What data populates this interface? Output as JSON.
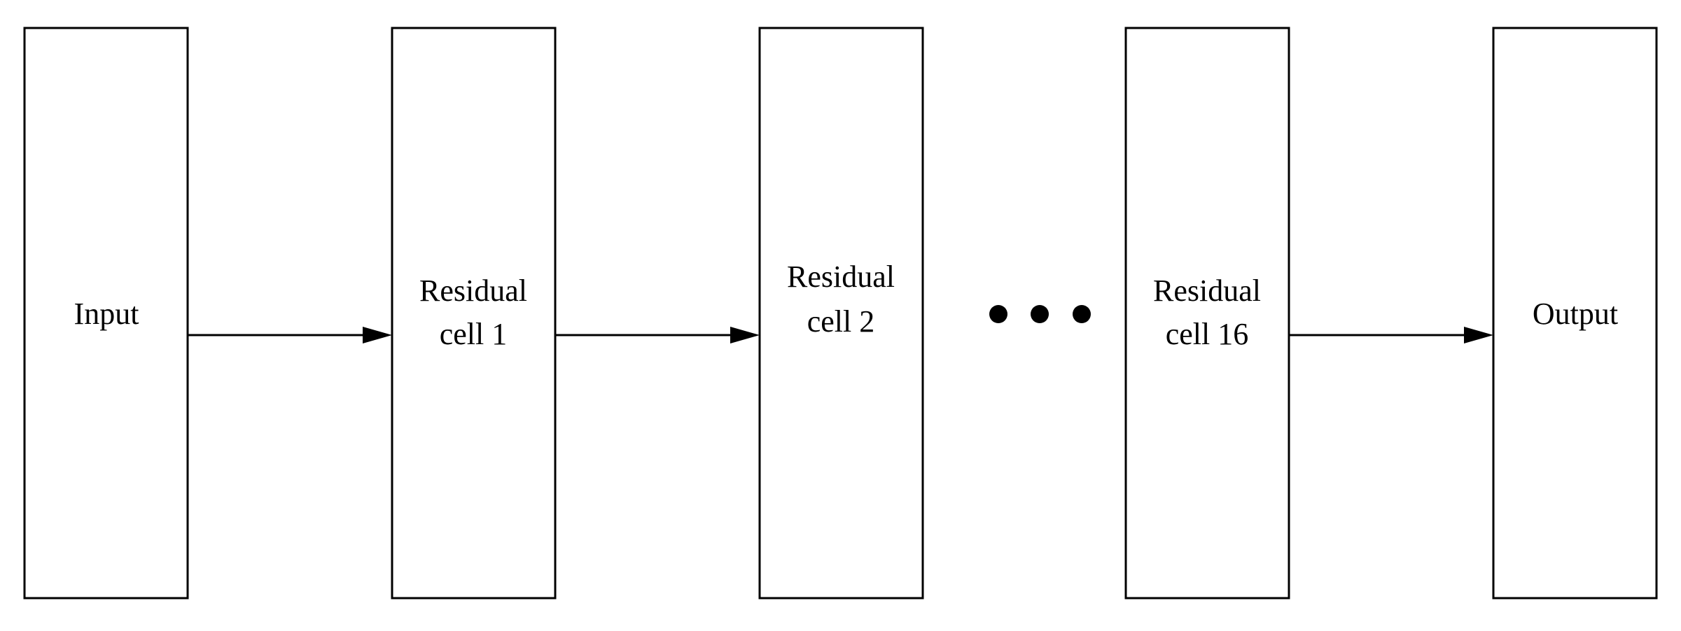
{
  "diagram": {
    "input": {
      "line1": "Input",
      "line2": ""
    },
    "cell1": {
      "line1": "Residual",
      "line2": "cell 1"
    },
    "cell2": {
      "line1": "Residual",
      "line2": "cell 2"
    },
    "cell16": {
      "line1": "Residual",
      "line2": "cell 16"
    },
    "output": {
      "line1": "Output",
      "line2": ""
    }
  }
}
